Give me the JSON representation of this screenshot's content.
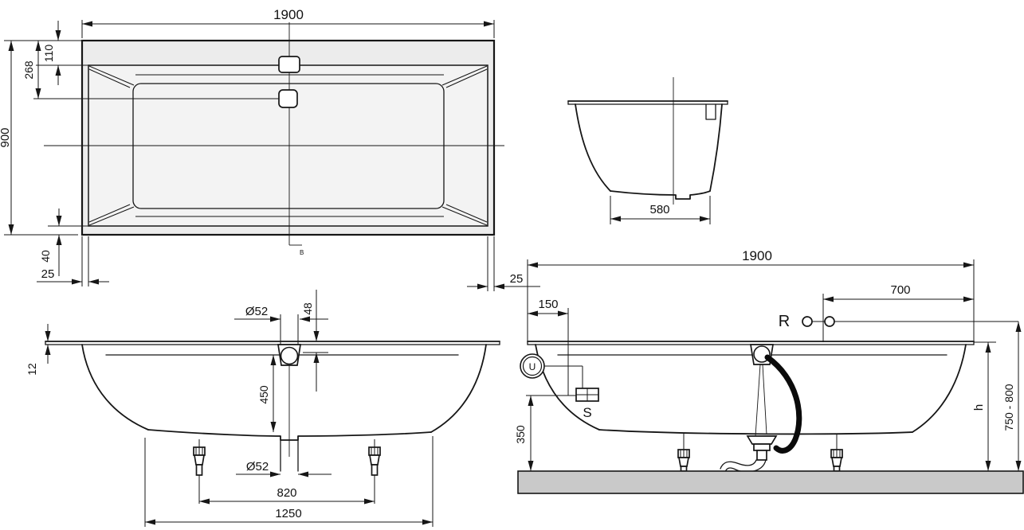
{
  "drawing": {
    "type": "bathtub installation technical drawing",
    "colors": {
      "tub_fill": "#ececec",
      "inner_fill": "#f3f3f3",
      "floor_fill": "#c9c9c9",
      "line": "#161616"
    },
    "dims": {
      "plan": {
        "length": "1900",
        "width": "900",
        "overflow_from_edge": "110",
        "drain_from_edge": "268",
        "bottom_inset": "40",
        "rim_left": "25",
        "rim_right": "25",
        "section_marker": "B"
      },
      "end_section": {
        "bottom_width": "580"
      },
      "long_section": {
        "rim_thickness": "12",
        "overflow_dia": "Ø52",
        "overflow_drop": "48",
        "depth": "450",
        "drain_dia": "Ø52",
        "foot_spacing": "820",
        "base_length": "1250"
      },
      "installation": {
        "length": "1900",
        "tap_from_end": "700",
        "service_from_end": "150",
        "tap_connection": "R",
        "power_connection": "U",
        "control_unit": "S",
        "control_height": "350",
        "rim_height": "h",
        "install_height": "750 - 800"
      }
    }
  }
}
